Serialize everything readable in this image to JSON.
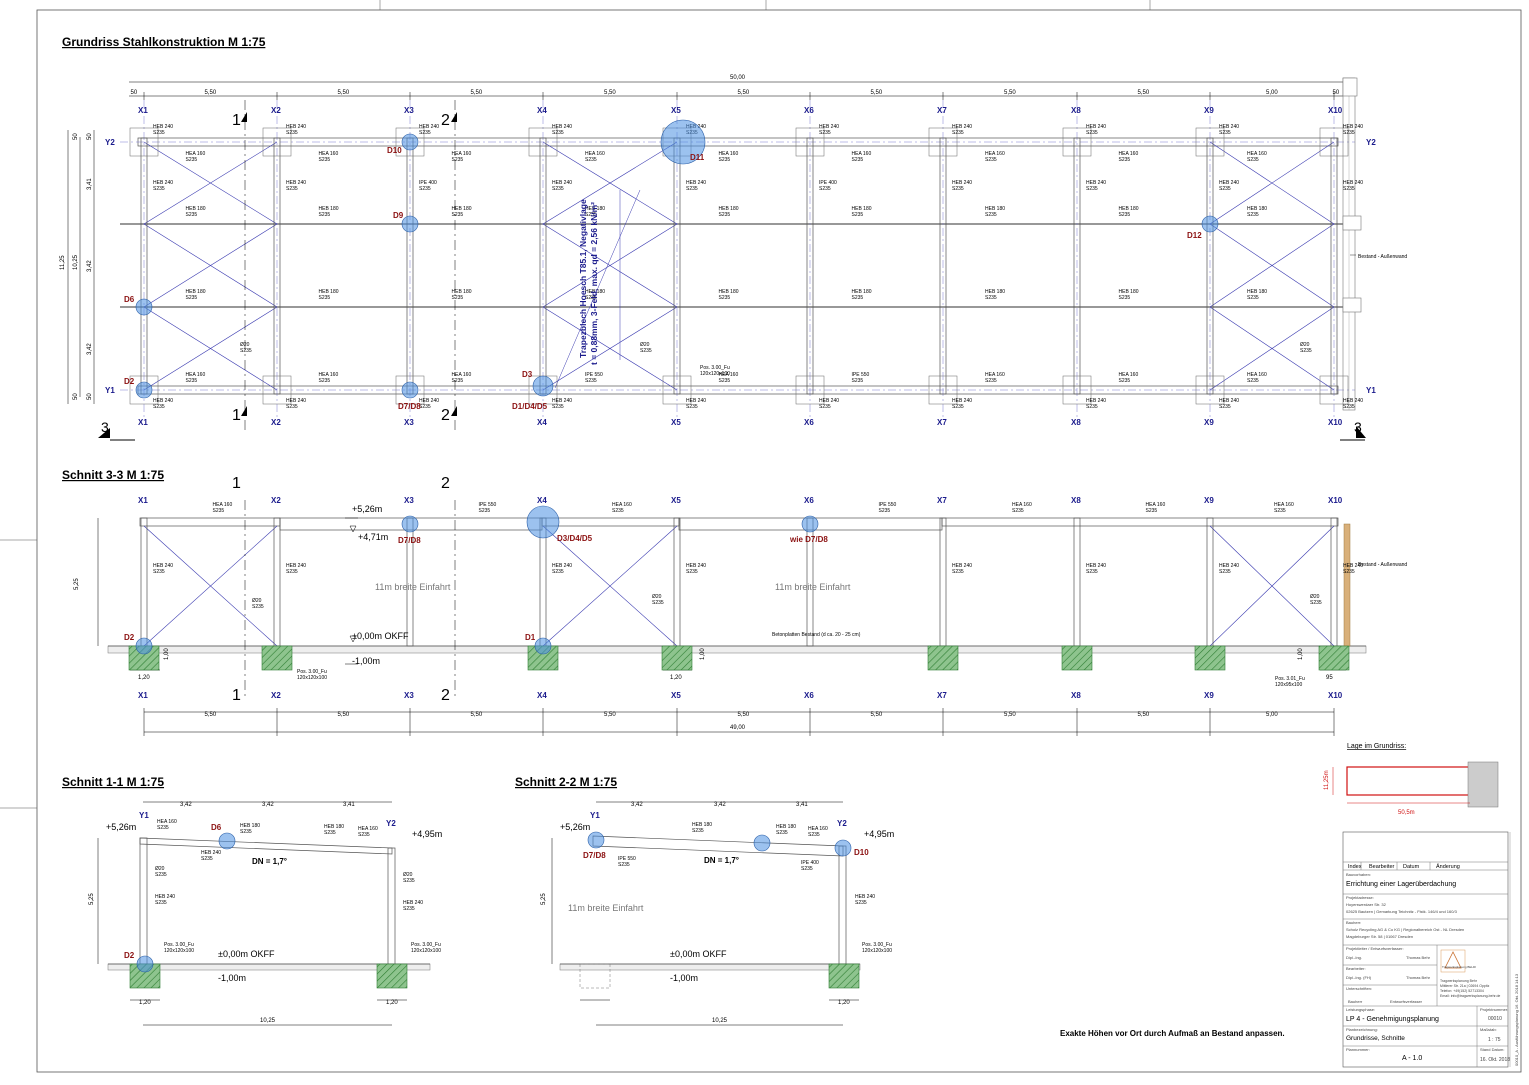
{
  "titles": {
    "plan": "Grundriss Stahlkonstruktion   M 1:75",
    "sec33": "Schnitt 3-3   M 1:75",
    "sec11": "Schnitt 1-1   M 1:75",
    "sec22": "Schnitt 2-2   M 1:75"
  },
  "axes_x": [
    "X1",
    "X2",
    "X3",
    "X4",
    "X5",
    "X6",
    "X7",
    "X8",
    "X9",
    "X10"
  ],
  "axes_y": {
    "y1": "Y1",
    "y2": "Y2"
  },
  "plan": {
    "total": "50,00",
    "spans": [
      "50",
      "5,50",
      "5,50",
      "5,50",
      "5,50",
      "5,50",
      "5,50",
      "5,50",
      "5,50",
      "5,00",
      "50"
    ],
    "vert_outer": "11,25",
    "vert_inner": "10,25",
    "vert_parts": [
      "50",
      "3,41",
      "3,42",
      "3,42",
      "50"
    ],
    "sheet_note": "Trapezblech Hoesch T85.1, Negativlage",
    "sheet_note2": "t = 0,88mm, 3-Feld, max. qd = 2,56 kN/m²",
    "wall_label": "Bestand - Außenwand",
    "pos_label": "Pos. 3.00_Fu",
    "pos_size": "120x120x100",
    "cut1": "1",
    "cut2": "2",
    "cut3": "3",
    "profiles": {
      "heb240": "HEB 240",
      "hea160": "HEA 160",
      "heb180": "HEB 180",
      "ipe400": "IPE 400",
      "ipe550": "IPE 550",
      "d20": "Ø20",
      "s235": "S235"
    }
  },
  "details": {
    "d1": "D1",
    "d2": "D2",
    "d3": "D3",
    "d6": "D6",
    "d9": "D9",
    "d10": "D10",
    "d11": "D11",
    "d12": "D12",
    "d78": "D7/D8",
    "d145": "D1/D4/D5",
    "d345": "D3/D4/D5",
    "wie": "wie D7/D8"
  },
  "sec33": {
    "lvl_top": "+5,26m",
    "lvl_mid": "+4,71m",
    "lvl_0": "±0,00m OKFF",
    "lvl_m1": "-1,00m",
    "height": "5,25",
    "drive": "11m breite Einfahrt",
    "plates": "Betonplatten Bestand (d ca. 20 - 25 cm)",
    "dim120": "1,20",
    "dim100": "1,00",
    "dim95": "95",
    "pos301": "Pos. 3.01_Fu",
    "pos301size": "120x95x100",
    "spans": [
      "5,50",
      "5,50",
      "5,50",
      "5,50",
      "5,50",
      "5,50",
      "5,50",
      "5,50",
      "5,00"
    ],
    "total": "49,00"
  },
  "sec11": {
    "spans": [
      "3,42",
      "3,42",
      "3,41"
    ],
    "lvl_top": "+5,26m",
    "lvl_right": "+4,95m",
    "slope": "DN = 1,7°",
    "height": "5,25",
    "lvl_0": "±0,00m OKFF",
    "lvl_m1": "-1,00m",
    "total": "10,25",
    "dim120": "1,20"
  },
  "sec22": {
    "spans": [
      "3,42",
      "3,42",
      "3,41"
    ],
    "lvl_top": "+5,26m",
    "lvl_right": "+4,95m",
    "slope": "DN = 1,7°",
    "height": "5,25",
    "drive": "11m breite Einfahrt",
    "lvl_0": "±0,00m OKFF",
    "lvl_m1": "-1,00m",
    "total": "10,25",
    "dim120": "1,20"
  },
  "location": {
    "label": "Lage im Grundriss:",
    "width": "50,5m",
    "height": "11,25m"
  },
  "titleblock": {
    "rev_cols": [
      "Index",
      "Bearbeiter",
      "Datum",
      "Änderung"
    ],
    "bauvorhaben_label": "Bauvorhaben:",
    "bauvorhaben": "Errichtung einer Lagerüberdachung",
    "adresse_label": "Projektadresse:",
    "adresse1": "Hoyerswerdaer Str. 32",
    "adresse2": "02625 Bautzen | Gemarkung Teichnitz - Flstk. 146/4 und 160/3",
    "bauherr_label": "Bauherr:",
    "bauherr1": "Scholz Recycling AG & Co KG | Regionalbereich Ost - NL Dresden",
    "bauherr2": "Magdeburger Str. 58 | 01067 Dresden",
    "verfasser_label": "Projektleiter / Entwurfsverfasser:",
    "verfasser_title": "Dipl.-Ing.",
    "verfasser_name": "Thomas Behr",
    "bearbeiter_label": "Bearbeiter:",
    "bearbeiter_title": "Dipl.-Ing. (FH)",
    "bearbeiter_name": "Thomas Behr",
    "unterschrift": "Unterschriften:",
    "sign1": "Bauherr",
    "sign2": "Entwurfsverfasser",
    "firm_logo": "Tragwerksplanung BEHR",
    "firm1": "Tragwerksplanung Behr",
    "firm2": "Mittlerer Str. 21a | 02694 Oppitz",
    "firm3": "Telefon: +49(152) 52713304",
    "firm4": "Email: info@tragwerksplanung-behr.de",
    "phase_label": "Leistungsphase:",
    "phase": "LP 4 - Genehmigungsplanung",
    "proj_label": "Projektnummer:",
    "proj": "00010",
    "plan_label": "Planbezeichnung:",
    "plan": "Grundrisse, Schnitte",
    "scale_label": "Maßstab:",
    "scale": "1 : 75",
    "plannr_label": "Plannummer:",
    "plannr": "A - 1.0",
    "date_label": "Stand Datum:",
    "date": "16. Okt. 2018",
    "side": "00010_A - Ausführungsplanung 16. Okt. 2018 14:13"
  },
  "footer_note": "Exakte Höhen vor Ort durch Aufmaß an Bestand anpassen.",
  "colors": {
    "axis": "#1a1a8c",
    "detail": "#8b1010",
    "circle": "#4a90e2",
    "hatch": "#2e7d32",
    "wall": "#c8a060",
    "location": "#d01010"
  }
}
